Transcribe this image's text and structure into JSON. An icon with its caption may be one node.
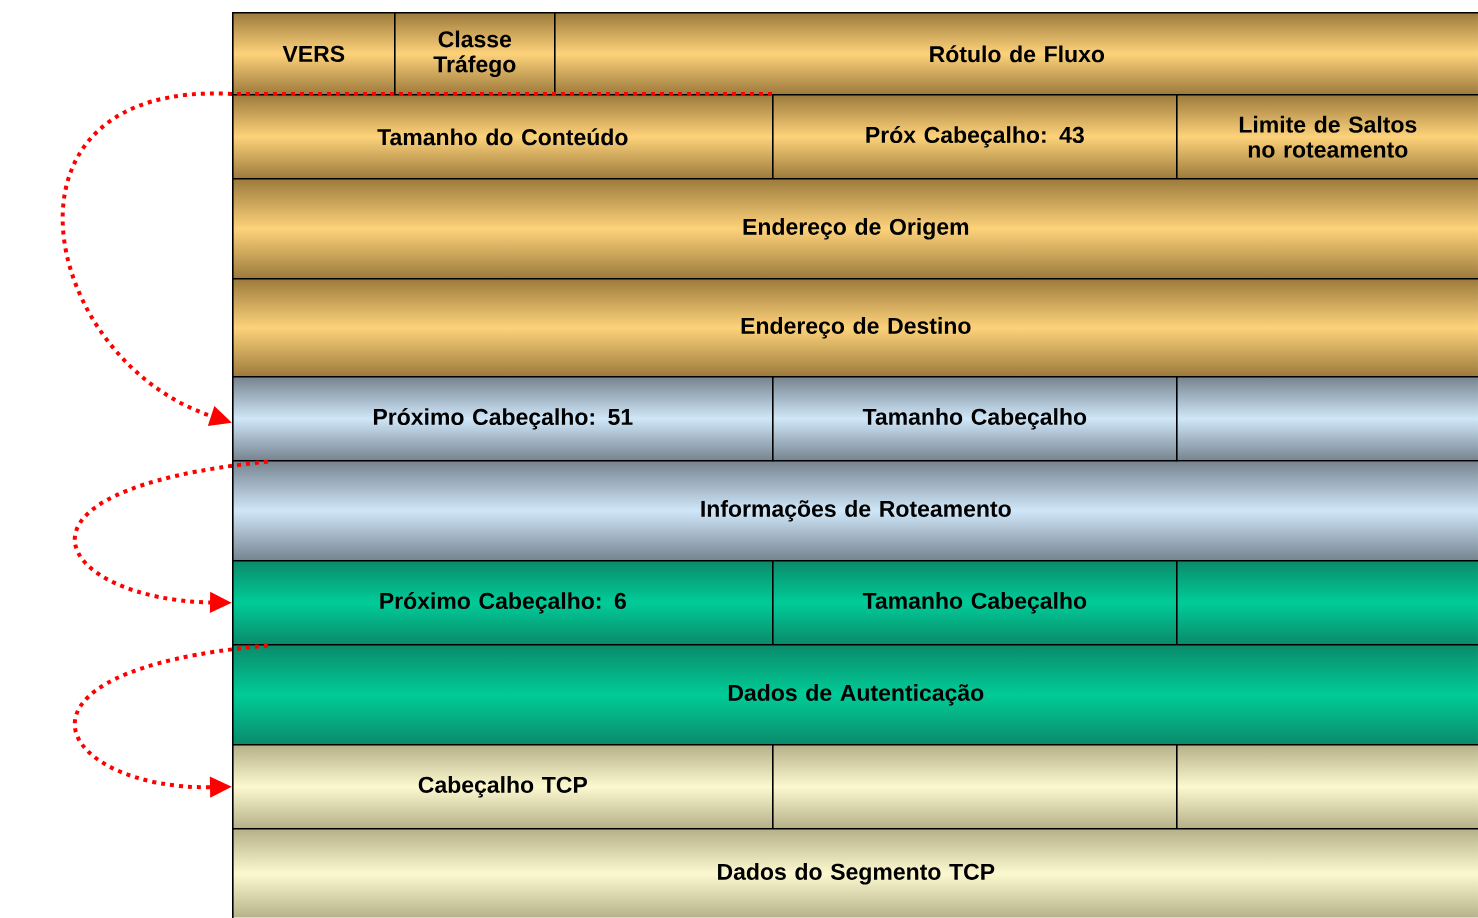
{
  "diagram": {
    "nodes": [
      {
        "text": [
          "VERS"
        ]
      },
      {
        "text": [
          "Classe Tráfego"
        ]
      },
      {
        "text": [
          "Rótulo de Fluxo"
        ]
      },
      {
        "text": [
          "Tamanho do Conteúdo"
        ]
      },
      {
        "text": [
          "Próx Cabeçalho: 43"
        ]
      },
      {
        "text": [
          "Limite de Saltos no roteamento"
        ]
      },
      {
        "text": [
          "Endereço de Origem"
        ]
      },
      {
        "text": [
          "Endereço de Destino"
        ]
      },
      {
        "text": [
          "Próximo Cabeçalho: 51"
        ]
      },
      {
        "text": [
          "Tamanho Cabeçalho"
        ]
      },
      {
        "text": [],
        "shape": "box"
      },
      {
        "text": [
          "Informações de Roteamento"
        ]
      },
      {
        "text": [
          "Próximo Cabeçalho: 6"
        ]
      },
      {
        "text": [
          "Tamanho Cabeçalho"
        ]
      },
      {
        "text": [],
        "shape": "box"
      },
      {
        "text": [
          "Dados de Autenticação"
        ]
      },
      {
        "text": [
          "Cabeçalho TCP"
        ]
      },
      {
        "text": [],
        "shape": "box"
      },
      {
        "text": [],
        "shape": "box"
      },
      {
        "text": [
          "Dados do Segmento TCP"
        ]
      }
    ],
    "edges": [
      {
        "from": 4,
        "to": 8,
        "arrow": "to",
        "style": "dashed",
        "color": "#ff0000"
      },
      {
        "from": 8,
        "to": 12,
        "arrow": "to",
        "style": "dashed",
        "color": "#ff0000"
      },
      {
        "from": 12,
        "to": 16,
        "arrow": "to",
        "style": "dashed",
        "color": "#ff0000"
      }
    ]
  }
}
